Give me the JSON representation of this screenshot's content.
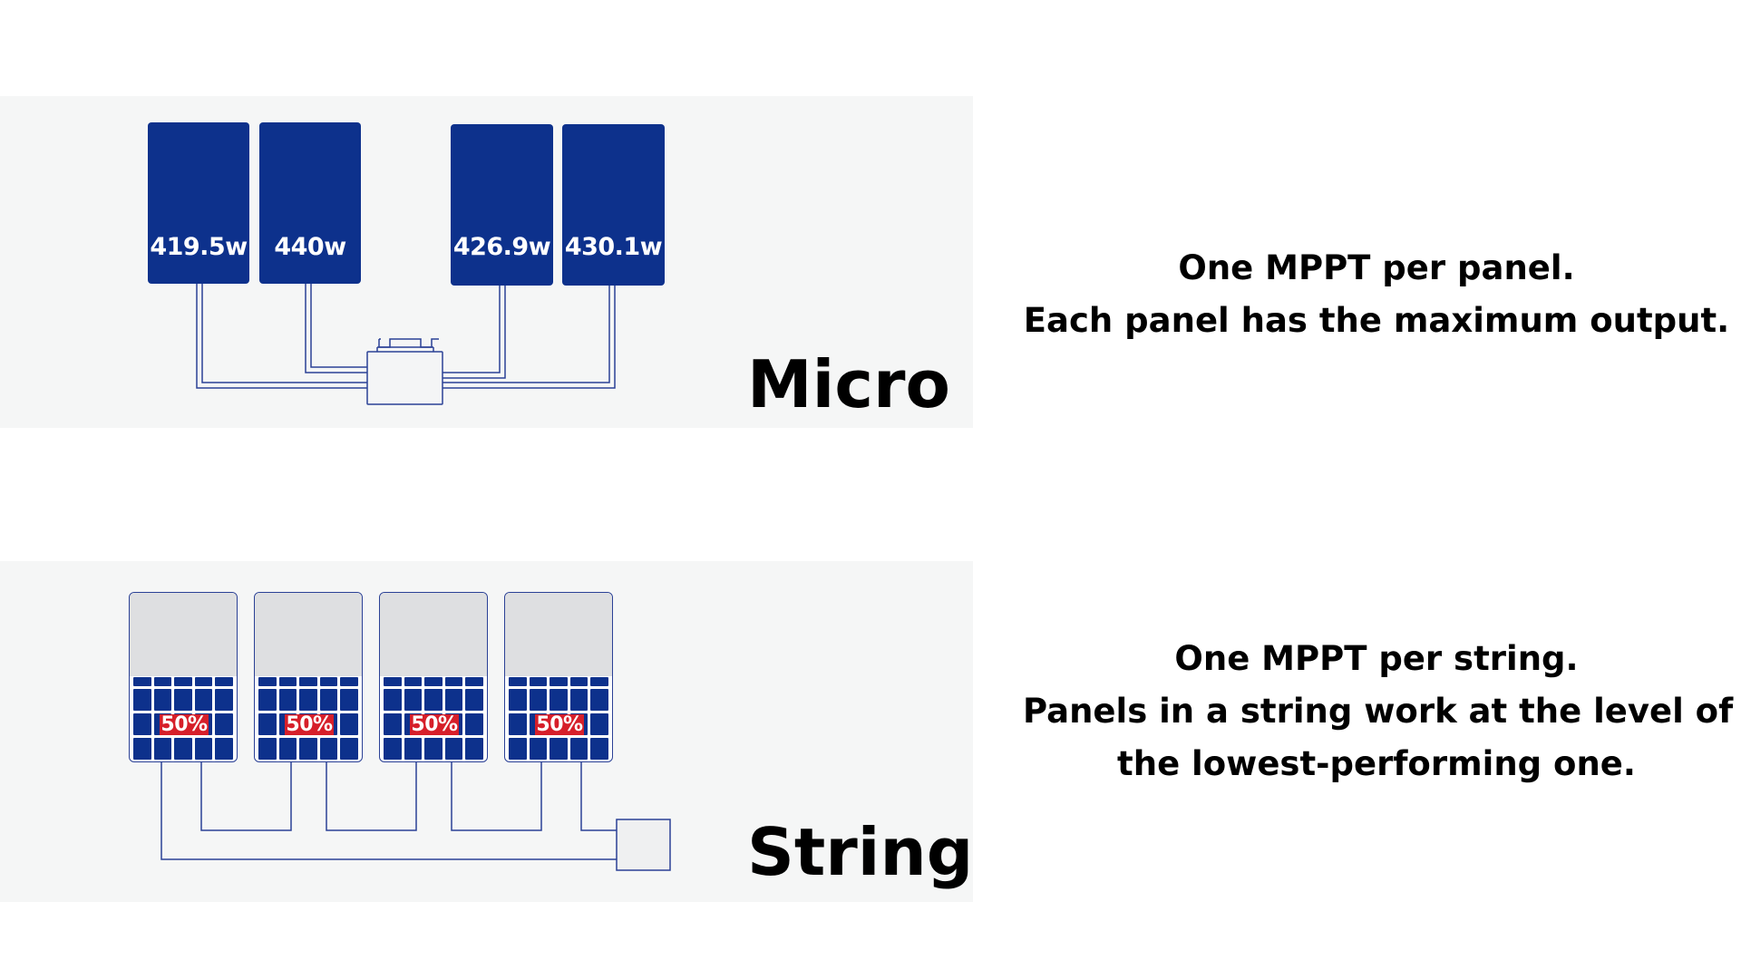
{
  "micro": {
    "label": "Micro",
    "panels": [
      {
        "watt": "419.5w"
      },
      {
        "watt": "440w"
      },
      {
        "watt": "426.9w"
      },
      {
        "watt": "430.1w"
      }
    ],
    "description": [
      "One MPPT per panel.",
      "Each panel has the maximum output."
    ]
  },
  "string": {
    "label": "String",
    "panels": [
      {
        "percent": "50%"
      },
      {
        "percent": "50%"
      },
      {
        "percent": "50%"
      },
      {
        "percent": "50%"
      }
    ],
    "description": [
      "One MPPT per string.",
      "Panels in a string work at the level of",
      "the lowest-performing one."
    ]
  },
  "colors": {
    "panel_blue": "#0d318c",
    "badge_red": "#d61f2a",
    "area_bg": "#f5f6f6",
    "shade_gray": "#dedfe1",
    "wire": "#2b4196"
  }
}
